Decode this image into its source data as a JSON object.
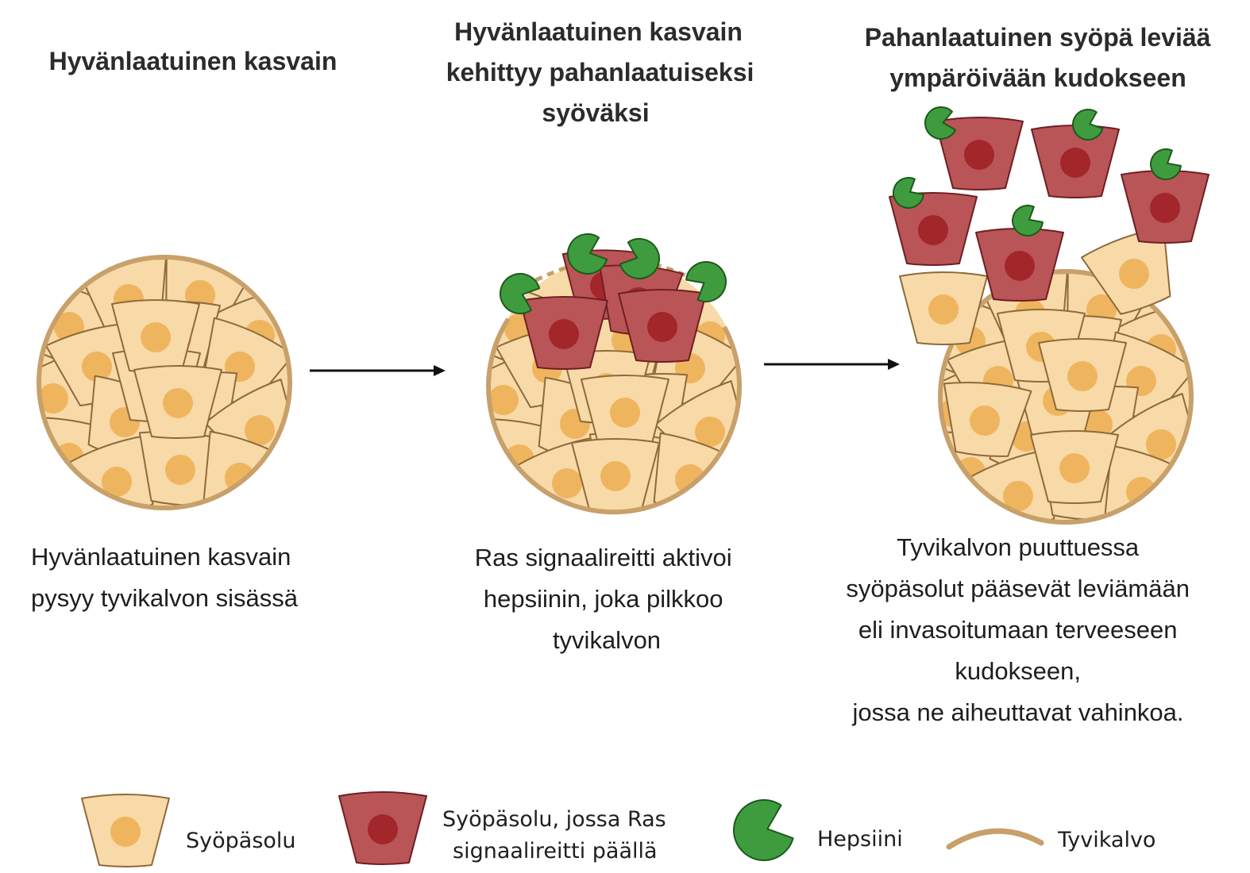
{
  "colors": {
    "cell_fill": "#f8d9a8",
    "cell_stroke": "#8e6a3a",
    "nucleus": "#efb55e",
    "cancer_fill": "#b95557",
    "cancer_stroke": "#6e1e22",
    "cancer_nucleus": "#a3262b",
    "hepsin_fill": "#3f9c3e",
    "hepsin_stroke": "#1d5a1d",
    "membrane": "#c8a06a",
    "arrow": "#111111"
  },
  "panels": [
    {
      "title_lines": [
        "Hyvänlaatuinen kasvain"
      ],
      "caption_lines": [
        "Hyvänlaatuinen kasvain",
        "pysyy tyvikalvon sisässä"
      ]
    },
    {
      "title_lines": [
        "Hyvänlaatuinen kasvain",
        "kehittyy pahanlaatuiseksi",
        "syöväksi"
      ],
      "caption_lines": [
        "Ras signaalireitti aktivoi",
        "hepsiinin, joka pilkkoo",
        "tyvikalvon"
      ]
    },
    {
      "title_lines": [
        "Pahanlaatuinen syöpä leviää",
        "ympäröivään kudokseen"
      ],
      "caption_lines": [
        "Tyvikalvon puuttuessa",
        "syöpäsolut pääsevät leviämään",
        "eli invasoitumaan terveeseen",
        "kudokseen,",
        "jossa ne aiheuttavat vahinkoa."
      ]
    }
  ],
  "legend": {
    "items": [
      {
        "icon": "tumor-cell-icon",
        "label_lines": [
          "Syöpäsolu"
        ]
      },
      {
        "icon": "ras-cancer-cell-icon",
        "label_lines": [
          "Syöpäsolu, jossa Ras",
          "signaalireitti päällä"
        ]
      },
      {
        "icon": "hepsin-icon",
        "label_lines": [
          "Hepsiini"
        ]
      },
      {
        "icon": "basement-membrane-icon",
        "label_lines": [
          "Tyvikalvo"
        ]
      }
    ]
  }
}
